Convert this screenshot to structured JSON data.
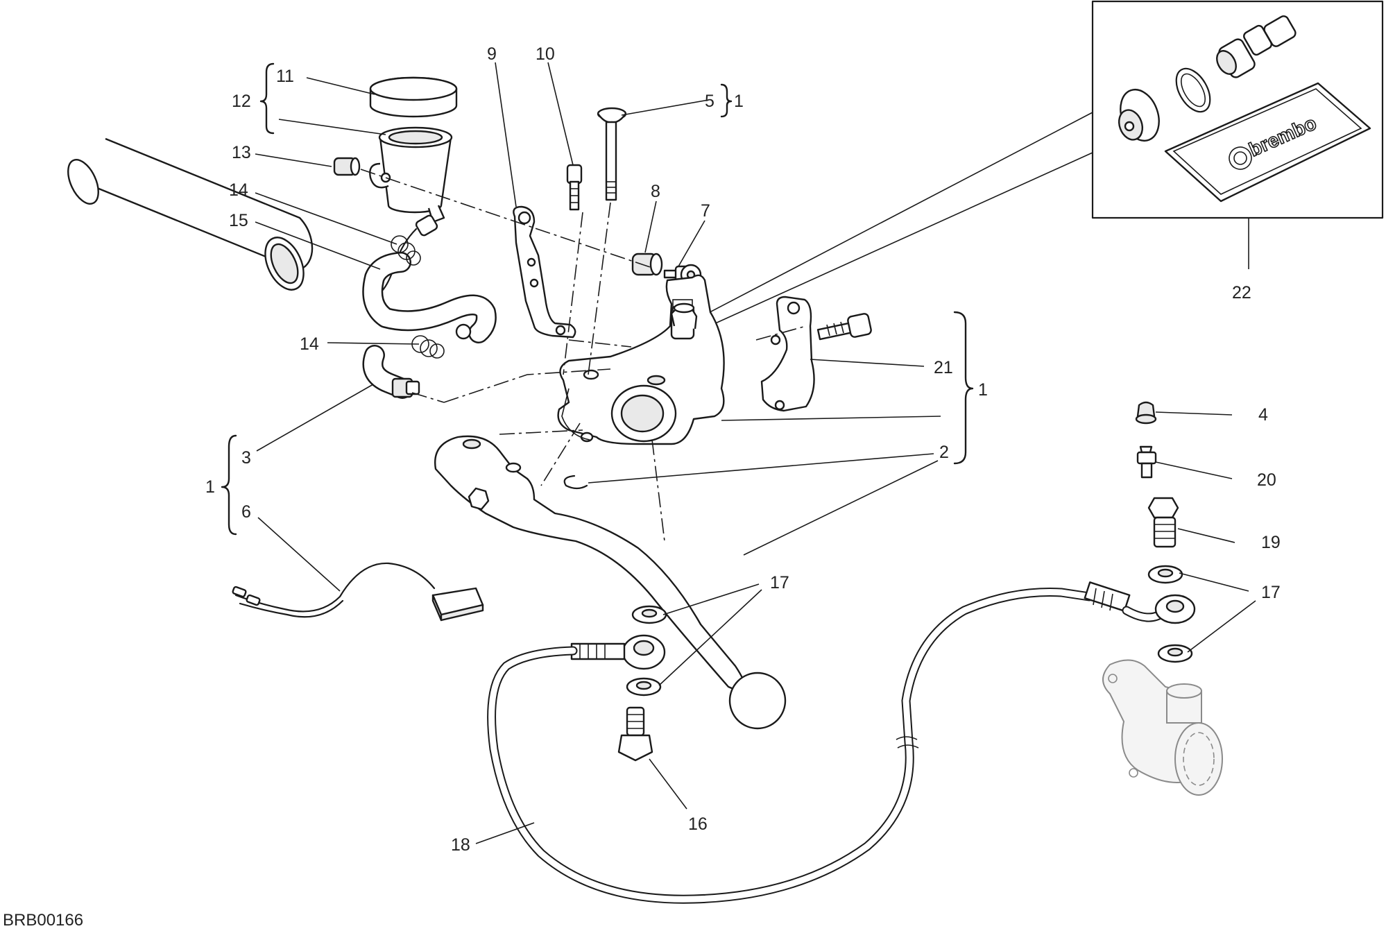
{
  "diagram": {
    "reference_code": "BRB00166",
    "brand_mark": "brembo",
    "callouts": [
      {
        "id": "c11",
        "text": "11"
      },
      {
        "id": "c12",
        "text": "12"
      },
      {
        "id": "c13",
        "text": "13"
      },
      {
        "id": "c14a",
        "text": "14"
      },
      {
        "id": "c15",
        "text": "15"
      },
      {
        "id": "c14b",
        "text": "14"
      },
      {
        "id": "c3",
        "text": "3"
      },
      {
        "id": "c1a",
        "text": "1"
      },
      {
        "id": "c6",
        "text": "6"
      },
      {
        "id": "c9",
        "text": "9"
      },
      {
        "id": "c10",
        "text": "10"
      },
      {
        "id": "c5",
        "text": "5"
      },
      {
        "id": "c1b",
        "text": "1"
      },
      {
        "id": "c8",
        "text": "8"
      },
      {
        "id": "c7",
        "text": "7"
      },
      {
        "id": "c21",
        "text": "21"
      },
      {
        "id": "c1c",
        "text": "1"
      },
      {
        "id": "c2",
        "text": "2"
      },
      {
        "id": "c22",
        "text": "22"
      },
      {
        "id": "c4",
        "text": "4"
      },
      {
        "id": "c20",
        "text": "20"
      },
      {
        "id": "c19",
        "text": "19"
      },
      {
        "id": "c17a",
        "text": "17"
      },
      {
        "id": "c17b",
        "text": "17"
      },
      {
        "id": "c16",
        "text": "16"
      },
      {
        "id": "c18",
        "text": "18"
      }
    ]
  }
}
